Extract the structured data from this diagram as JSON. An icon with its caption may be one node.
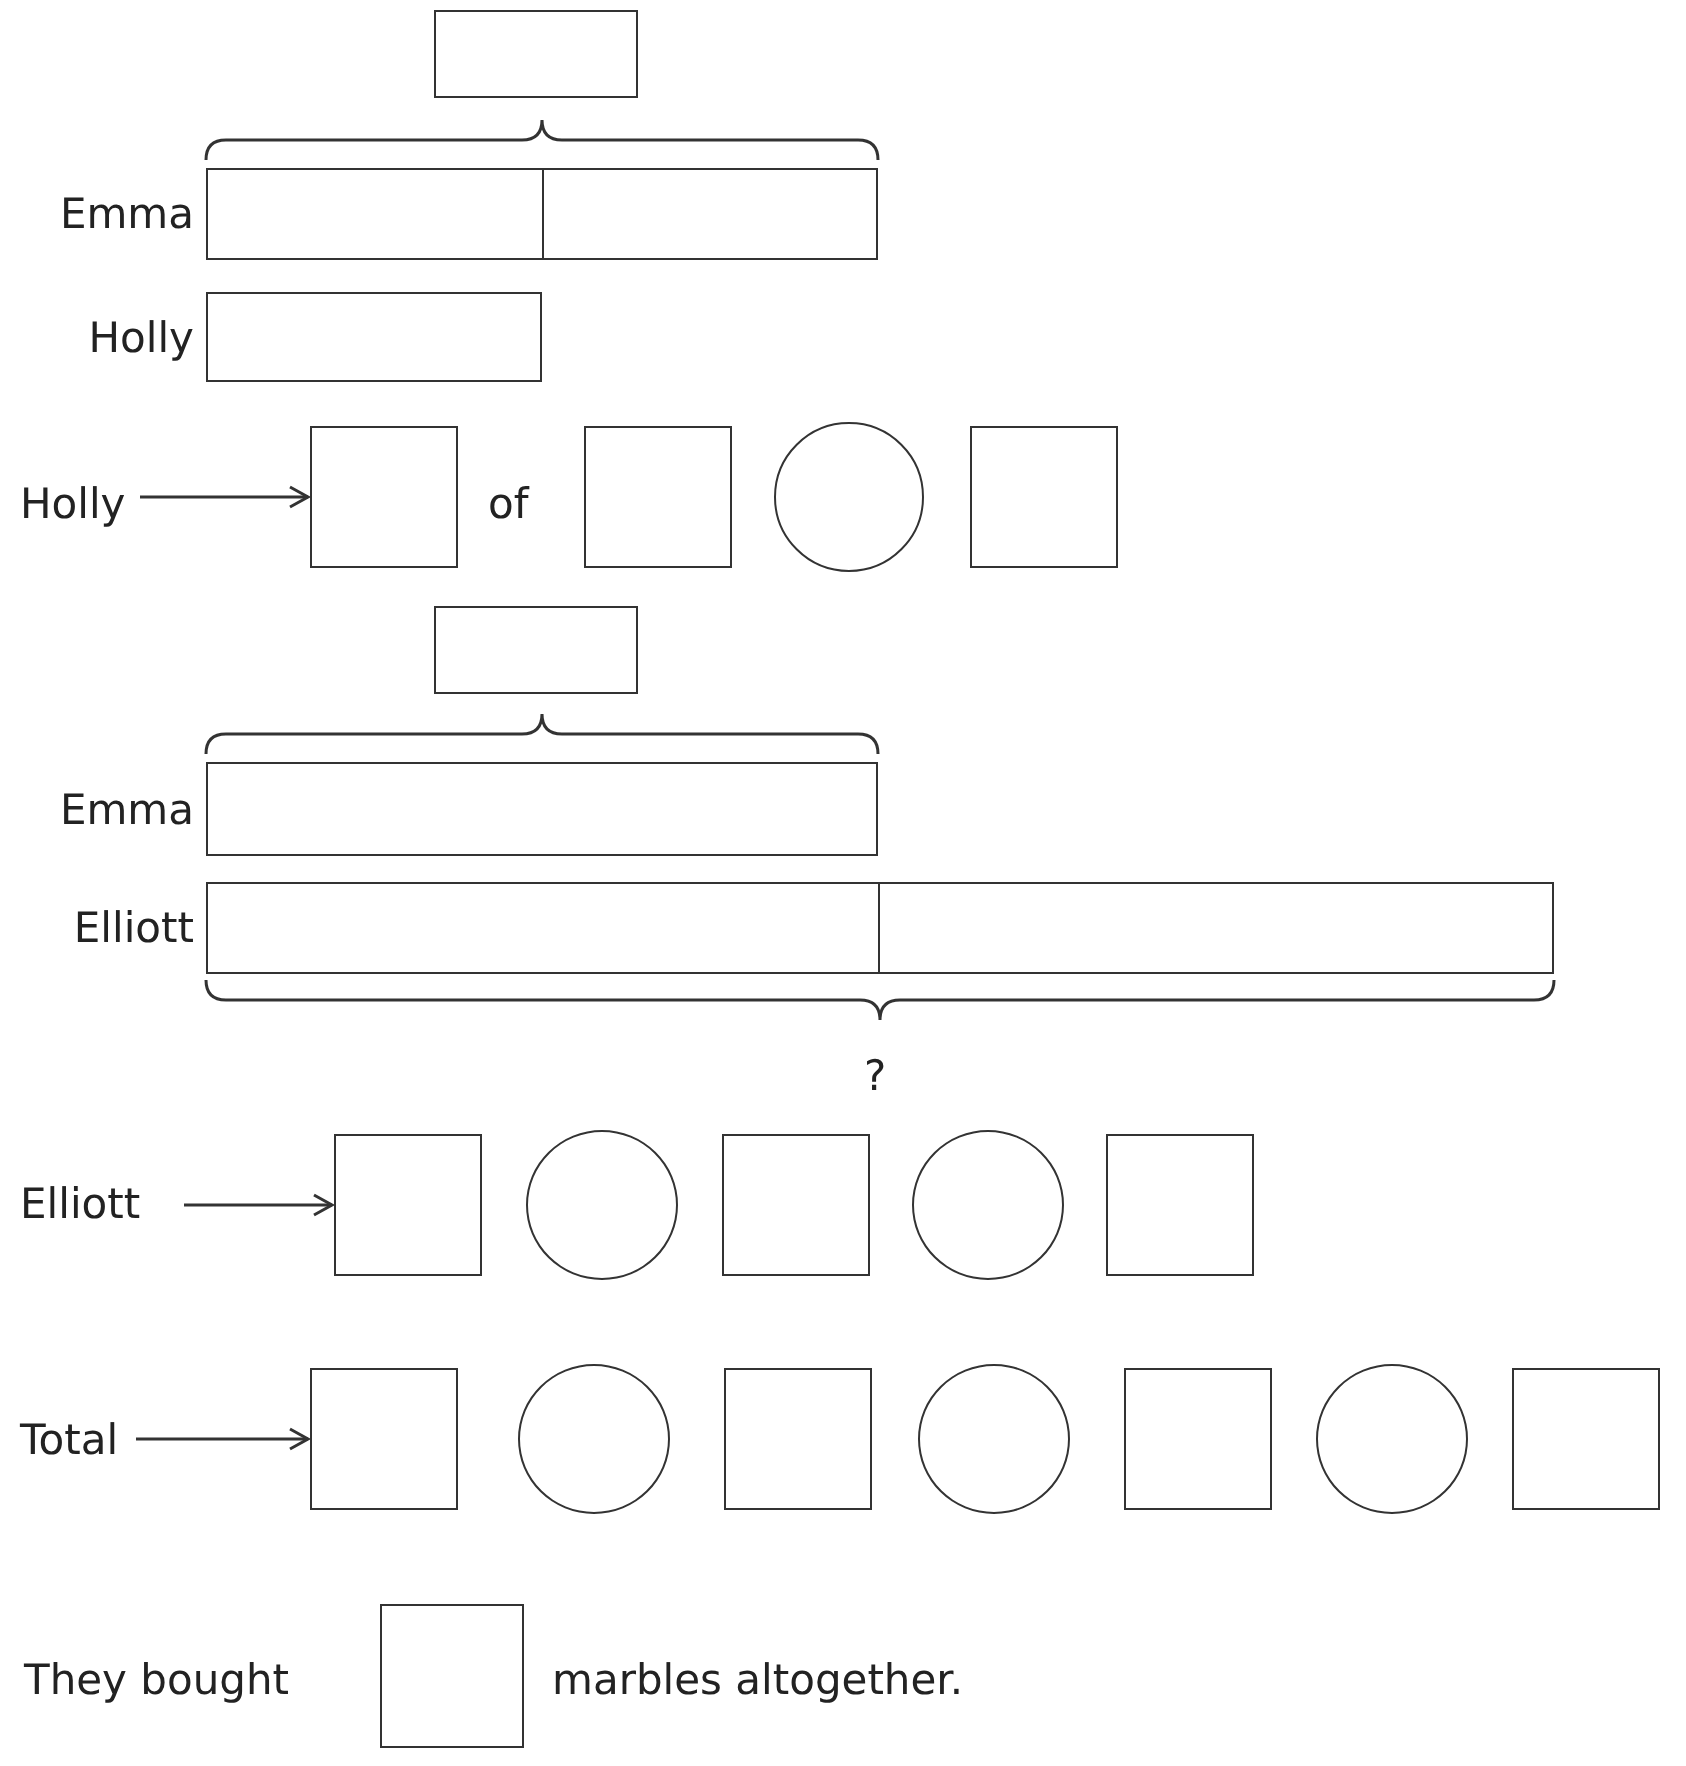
{
  "diagram": {
    "nodes": [
      {
        "text": [],
        "shape": "box"
      },
      {
        "text": [],
        "shape": "bar",
        "beside": [
          "Emma"
        ]
      },
      {
        "text": [],
        "shape": "bar"
      },
      {
        "text": [],
        "shape": "bar",
        "beside": [
          "Holly"
        ]
      },
      {
        "text": [
          "Holly"
        ]
      },
      {
        "text": [],
        "shape": "box"
      },
      {
        "text": [],
        "shape": "box"
      },
      {
        "text": [],
        "shape": "circle"
      },
      {
        "text": [],
        "shape": "box"
      },
      {
        "text": [],
        "shape": "box"
      },
      {
        "text": [],
        "shape": "bar",
        "beside": [
          "Emma"
        ]
      },
      {
        "text": [],
        "shape": "bar",
        "beside": [
          "Elliott"
        ]
      },
      {
        "text": [],
        "shape": "bar"
      },
      {
        "text": [
          "Elliott"
        ]
      },
      {
        "text": [],
        "shape": "box"
      },
      {
        "text": [],
        "shape": "circle"
      },
      {
        "text": [],
        "shape": "box"
      },
      {
        "text": [],
        "shape": "circle"
      },
      {
        "text": [],
        "shape": "box"
      },
      {
        "text": [
          "Total"
        ]
      },
      {
        "text": [],
        "shape": "box"
      },
      {
        "text": [],
        "shape": "circle"
      },
      {
        "text": [],
        "shape": "box"
      },
      {
        "text": [],
        "shape": "circle"
      },
      {
        "text": [],
        "shape": "box"
      },
      {
        "text": [],
        "shape": "circle"
      },
      {
        "text": [],
        "shape": "box"
      },
      {
        "text": [],
        "shape": "box"
      }
    ],
    "edges": [
      {
        "from": 4,
        "to": 5,
        "arrow": "to"
      },
      {
        "from": 13,
        "to": 14,
        "arrow": "to"
      },
      {
        "from": 19,
        "to": 20,
        "arrow": "to"
      }
    ],
    "labels": [
      "of",
      "?",
      "They bought",
      "marbles altogether."
    ]
  }
}
